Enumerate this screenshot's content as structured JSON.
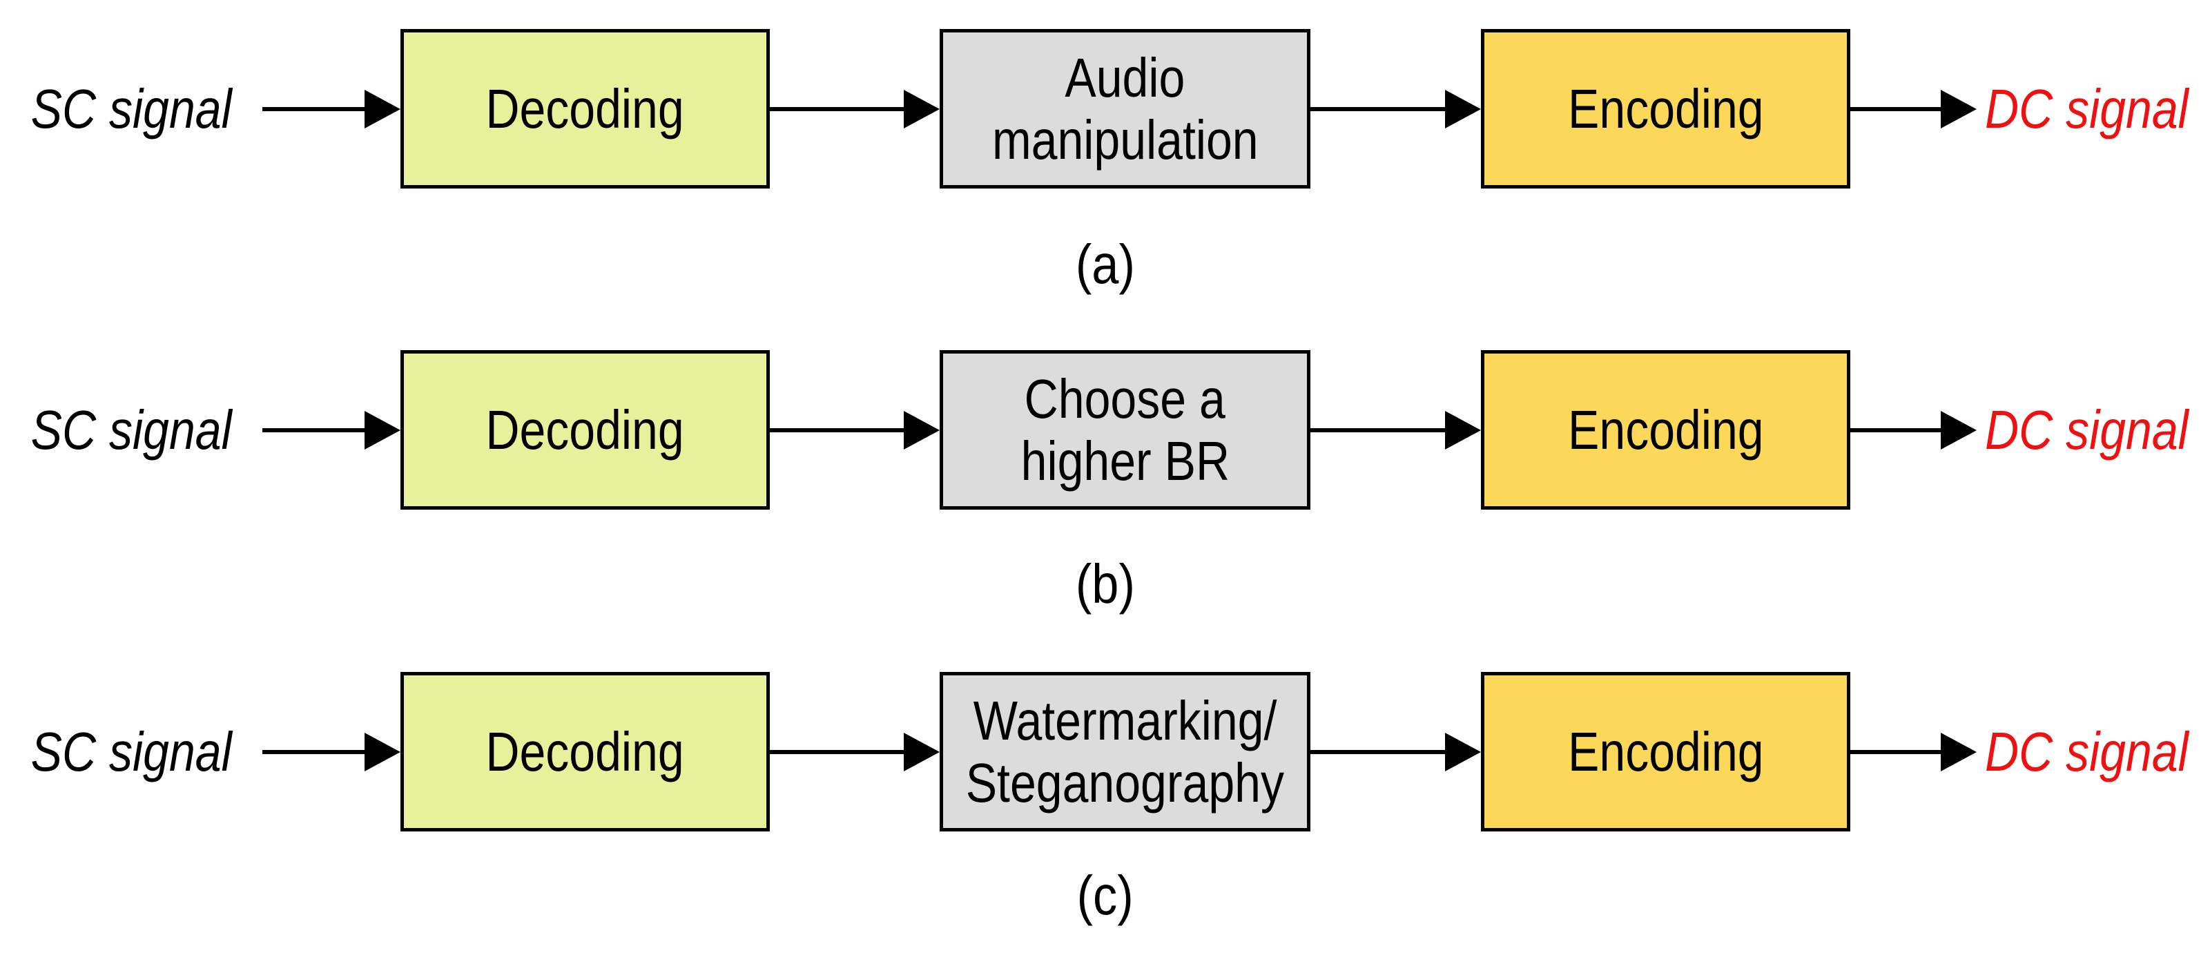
{
  "diagram": {
    "rows": [
      {
        "id": "a",
        "input_label": "SC signal",
        "decoding_label": "Decoding",
        "process_line1": "Audio",
        "process_line2": "manipulation",
        "encoding_label": "Encoding",
        "output_label": "DC signal",
        "caption": "(a)"
      },
      {
        "id": "b",
        "input_label": "SC signal",
        "decoding_label": "Decoding",
        "process_line1": "Choose a",
        "process_line2": "higher BR",
        "encoding_label": "Encoding",
        "output_label": "DC signal",
        "caption": "(b)"
      },
      {
        "id": "c",
        "input_label": "SC signal",
        "decoding_label": "Decoding",
        "process_line1": "Watermarking/",
        "process_line2": "Steganography",
        "encoding_label": "Encoding",
        "output_label": "DC signal",
        "caption": "(c)"
      }
    ],
    "colors": {
      "decoding_fill": "#e7f09b",
      "process_fill": "#dcdcdc",
      "encoding_fill": "#fbd85a",
      "output_label_color": "#ee1111",
      "stroke": "#000000",
      "background": "#ffffff"
    }
  }
}
